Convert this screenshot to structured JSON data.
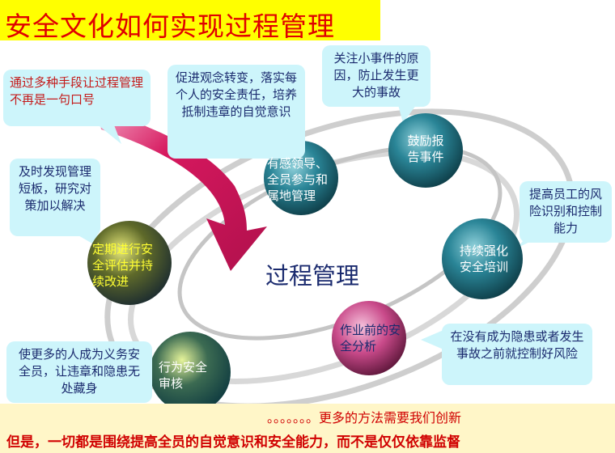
{
  "title": "安全文化如何实现过程管理",
  "center_label": "过程管理",
  "callouts": {
    "top_left": "通过多种手段让过程管理不再是一句口号",
    "discover": "及时发现管理短板，研究对策加以解决",
    "concept": "促进观念转变，落实每个人的安全责任，培养抵制违章的自觉意识",
    "small_events": "关注小事件的原因，防止发生更大的事故",
    "risk": "提高员工的风险识别和控制能力",
    "hazard": "在没有成为隐患或者发生事故之前就控制好风险",
    "volunteer": "使更多的人成为义务安全员，让违章和隐患无处藏身"
  },
  "nodes": {
    "leadership": [
      "有感领导、",
      "全员参与和",
      "属地管理"
    ],
    "report": [
      "鼓励报",
      "告事件"
    ],
    "training": [
      "持续强化",
      "安全培训"
    ],
    "jsa": [
      "作业前的安",
      "全分析"
    ],
    "audit": [
      "行为安全",
      "审核"
    ],
    "assess": [
      "定期进行安",
      "全评估并持",
      "续改进"
    ]
  },
  "bottom": {
    "line1": "。。。。。。。更多的方法需要我们创新",
    "line2": "但是，一切都是围绕提高全员的自觉意识和安全能力，而不是仅仅依靠监督"
  },
  "colors": {
    "title_bg": "#ffff00",
    "title_text": "#e00000",
    "callout_bg": "#cdf5fb",
    "arrow": "#d6185e",
    "node_teal": "#1e6e7c",
    "node_pink": "#c94a8a",
    "node_yellow": "#d7d72a"
  }
}
